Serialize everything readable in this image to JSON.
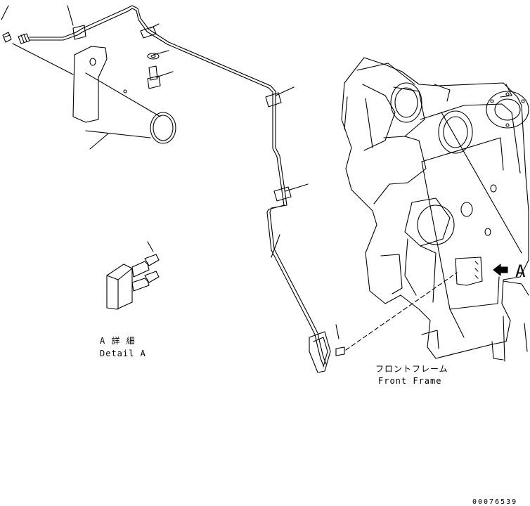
{
  "labels": {
    "detail_a_ja": "A 詳 細",
    "detail_a_en": "Detail A",
    "front_frame_ja": "フロントフレーム",
    "front_frame_en": "Front Frame",
    "view_arrow_letter": "A",
    "document_number": "00076539"
  },
  "colors": {
    "line": "#000000",
    "background": "#ffffff"
  }
}
